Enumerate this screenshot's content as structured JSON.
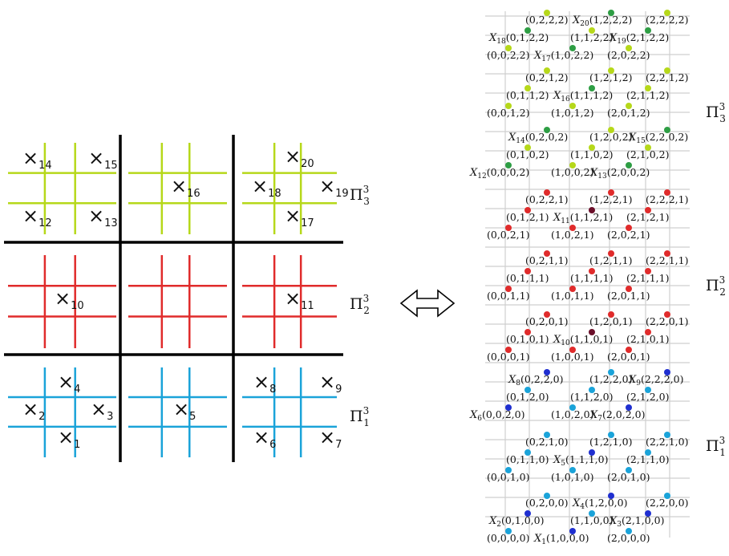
{
  "layers": {
    "pi1": {
      "label": "Π",
      "sup": "3",
      "sub": "1",
      "color": "#1aa3d9"
    },
    "pi2": {
      "label": "Π",
      "sup": "3",
      "sub": "2",
      "color": "#e02b2b"
    },
    "pi3": {
      "label": "Π",
      "sup": "3",
      "sub": "3",
      "color": "#b6d81a"
    }
  },
  "board_markers": [
    {
      "n": "14"
    },
    {
      "n": "15"
    },
    {
      "n": "12"
    },
    {
      "n": "13"
    },
    {
      "n": "16"
    },
    {
      "n": "20"
    },
    {
      "n": "18"
    },
    {
      "n": "19"
    },
    {
      "n": "17"
    },
    {
      "n": "10"
    },
    {
      "n": "11"
    },
    {
      "n": "4"
    },
    {
      "n": "2"
    },
    {
      "n": "3"
    },
    {
      "n": "1"
    },
    {
      "n": "5"
    },
    {
      "n": "8"
    },
    {
      "n": "9"
    },
    {
      "n": "6"
    },
    {
      "n": "7"
    }
  ],
  "arrow": {
    "name": "double-arrow-icon"
  },
  "lattice_points": [
    {
      "text": "(0,2,2,2)",
      "color": "#b6d81a"
    },
    {
      "text": "X20",
      "sub": "20",
      "coord": "(1,2,2,2)",
      "color": "#2e9e44"
    },
    {
      "text": "(2,2,2,2)",
      "color": "#b6d81a"
    },
    {
      "text": "X18",
      "sub": "18",
      "coord": "(0,1,2,2)",
      "color": "#2e9e44"
    },
    {
      "text": "(1,1,2,2)",
      "color": "#b6d81a"
    },
    {
      "text": "X19",
      "sub": "19",
      "coord": "(2,1,2,2)",
      "color": "#2e9e44"
    },
    {
      "text": "(0,0,2,2)",
      "color": "#b6d81a"
    },
    {
      "text": "X17",
      "sub": "17",
      "coord": "(1,0,2,2)",
      "color": "#2e9e44"
    },
    {
      "text": "(2,0,2,2)",
      "color": "#b6d81a"
    },
    {
      "text": "(0,2,1,2)",
      "color": "#b6d81a"
    },
    {
      "text": "(1,2,1,2)",
      "color": "#b6d81a"
    },
    {
      "text": "(2,2,1,2)",
      "color": "#b6d81a"
    },
    {
      "text": "(0,1,1,2)",
      "color": "#b6d81a"
    },
    {
      "text": "X16",
      "sub": "16",
      "coord": "(1,1,1,2)",
      "color": "#2e9e44"
    },
    {
      "text": "(2,1,1,2)",
      "color": "#b6d81a"
    },
    {
      "text": "(0,0,1,2)",
      "color": "#b6d81a"
    },
    {
      "text": "(1,0,1,2)",
      "color": "#b6d81a"
    },
    {
      "text": "(2,0,1,2)",
      "color": "#b6d81a"
    },
    {
      "text": "X14",
      "sub": "14",
      "coord": "(0,2,0,2)",
      "color": "#2e9e44"
    },
    {
      "text": "(1,2,0,2)",
      "color": "#b6d81a"
    },
    {
      "text": "X15",
      "sub": "15",
      "coord": "(2,2,0,2)",
      "color": "#2e9e44"
    },
    {
      "text": "(0,1,0,2)",
      "color": "#b6d81a"
    },
    {
      "text": "(1,1,0,2)",
      "color": "#b6d81a"
    },
    {
      "text": "(2,1,0,2)",
      "color": "#b6d81a"
    },
    {
      "text": "X12",
      "sub": "12",
      "coord": "(0,0,0,2)",
      "color": "#2e9e44"
    },
    {
      "text": "(1,0,0,2)",
      "color": "#b6d81a"
    },
    {
      "text": "X13",
      "sub": "13",
      "coord": "(2,0,0,2)",
      "color": "#2e9e44"
    },
    {
      "text": "(0,2,2,1)",
      "color": "#e02b2b"
    },
    {
      "text": "(1,2,2,1)",
      "color": "#e02b2b"
    },
    {
      "text": "(2,2,2,1)",
      "color": "#e02b2b"
    },
    {
      "text": "(0,1,2,1)",
      "color": "#e02b2b"
    },
    {
      "text": "X11",
      "sub": "11",
      "coord": "(1,1,2,1)",
      "color": "#6b0f2a"
    },
    {
      "text": "(2,1,2,1)",
      "color": "#e02b2b"
    },
    {
      "text": "(0,0,2,1)",
      "color": "#e02b2b"
    },
    {
      "text": "(1,0,2,1)",
      "color": "#e02b2b"
    },
    {
      "text": "(2,0,2,1)",
      "color": "#e02b2b"
    },
    {
      "text": "(0,2,1,1)",
      "color": "#e02b2b"
    },
    {
      "text": "(1,2,1,1)",
      "color": "#e02b2b"
    },
    {
      "text": "(2,2,1,1)",
      "color": "#e02b2b"
    },
    {
      "text": "(0,1,1,1)",
      "color": "#e02b2b"
    },
    {
      "text": "(1,1,1,1)",
      "color": "#e02b2b"
    },
    {
      "text": "(2,1,1,1)",
      "color": "#e02b2b"
    },
    {
      "text": "(0,0,1,1)",
      "color": "#e02b2b"
    },
    {
      "text": "(1,0,1,1)",
      "color": "#e02b2b"
    },
    {
      "text": "(2,0,1,1)",
      "color": "#e02b2b"
    },
    {
      "text": "(0,2,0,1)",
      "color": "#e02b2b"
    },
    {
      "text": "(1,2,0,1)",
      "color": "#e02b2b"
    },
    {
      "text": "(2,2,0,1)",
      "color": "#e02b2b"
    },
    {
      "text": "(0,1,0,1)",
      "color": "#e02b2b"
    },
    {
      "text": "X10",
      "sub": "10",
      "coord": "(1,1,0,1)",
      "color": "#6b0f2a"
    },
    {
      "text": "(2,1,0,1)",
      "color": "#e02b2b"
    },
    {
      "text": "(0,0,0,1)",
      "color": "#e02b2b"
    },
    {
      "text": "(1,0,0,1)",
      "color": "#e02b2b"
    },
    {
      "text": "(2,0,0,1)",
      "color": "#e02b2b"
    },
    {
      "text": "X8",
      "sub": "8",
      "coord": "(0,2,2,0)",
      "color": "#1f2fd0"
    },
    {
      "text": "(1,2,2,0)",
      "color": "#1aa3d9"
    },
    {
      "text": "X9",
      "sub": "9",
      "coord": "(2,2,2,0)",
      "color": "#1f2fd0"
    },
    {
      "text": "(0,1,2,0)",
      "color": "#1aa3d9"
    },
    {
      "text": "(1,1,2,0)",
      "color": "#1aa3d9"
    },
    {
      "text": "(2,1,2,0)",
      "color": "#1aa3d9"
    },
    {
      "text": "X6",
      "sub": "6",
      "coord": "(0,0,2,0)",
      "color": "#1f2fd0"
    },
    {
      "text": "(1,0,2,0)",
      "color": "#1aa3d9"
    },
    {
      "text": "X7",
      "sub": "7",
      "coord": "(2,0,2,0)",
      "color": "#1f2fd0"
    },
    {
      "text": "(0,2,1,0)",
      "color": "#1aa3d9"
    },
    {
      "text": "(1,2,1,0)",
      "color": "#1aa3d9"
    },
    {
      "text": "(2,2,1,0)",
      "color": "#1aa3d9"
    },
    {
      "text": "(0,1,1,0)",
      "color": "#1aa3d9"
    },
    {
      "text": "X5",
      "sub": "5",
      "coord": "(1,1,1,0)",
      "color": "#1f2fd0"
    },
    {
      "text": "(2,1,1,0)",
      "color": "#1aa3d9"
    },
    {
      "text": "(0,0,1,0)",
      "color": "#1aa3d9"
    },
    {
      "text": "(1,0,1,0)",
      "color": "#1aa3d9"
    },
    {
      "text": "(2,0,1,0)",
      "color": "#1aa3d9"
    },
    {
      "text": "(0,2,0,0)",
      "color": "#1aa3d9"
    },
    {
      "text": "X4",
      "sub": "4",
      "coord": "(1,2,0,0)",
      "color": "#1f2fd0"
    },
    {
      "text": "(2,2,0,0)",
      "color": "#1aa3d9"
    },
    {
      "text": "X2",
      "sub": "2",
      "coord": "(0,1,0,0)",
      "color": "#1f2fd0"
    },
    {
      "text": "(1,1,0,0)",
      "color": "#1aa3d9"
    },
    {
      "text": "X3",
      "sub": "3",
      "coord": "(2,1,0,0)",
      "color": "#1f2fd0"
    },
    {
      "text": "(0,0,0,0)",
      "color": "#1aa3d9"
    },
    {
      "text": "X1",
      "sub": "1",
      "coord": "(1,0,0,0)",
      "color": "#1f2fd0"
    },
    {
      "text": "(2,0,0,0)",
      "color": "#1aa3d9"
    }
  ]
}
